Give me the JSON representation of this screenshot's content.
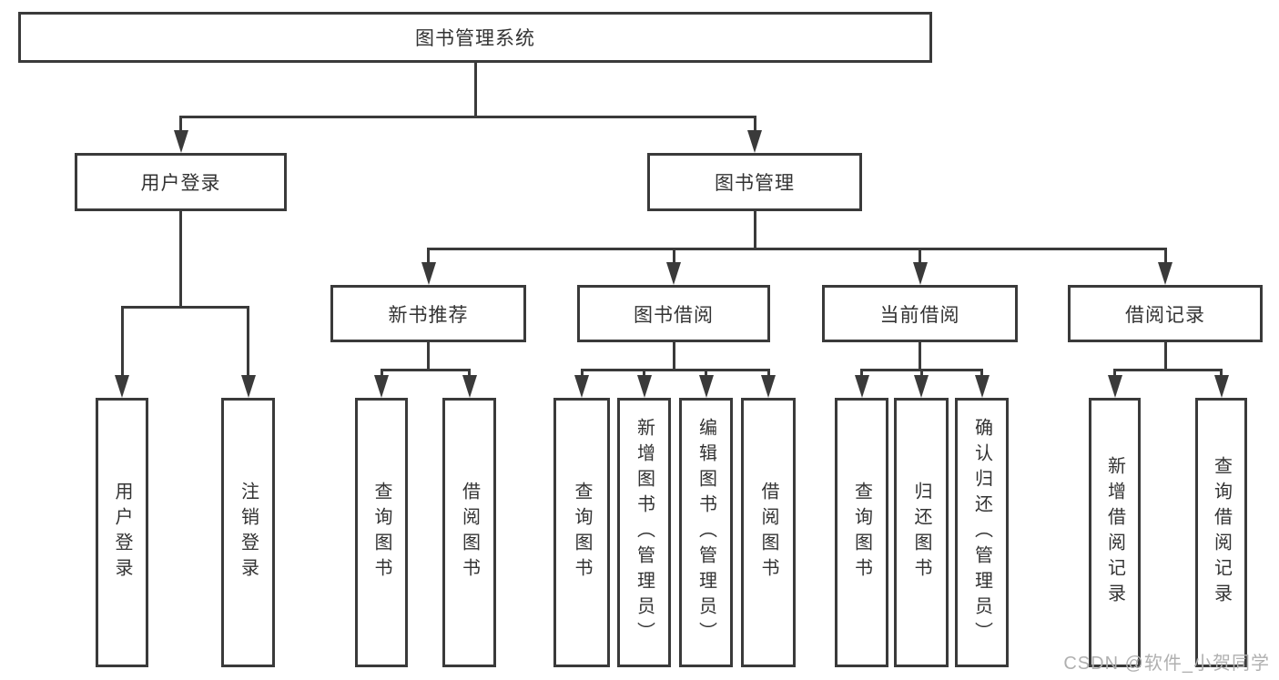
{
  "diagram": {
    "root": {
      "label": "图书管理系统"
    },
    "level2": [
      {
        "label": "用户登录"
      },
      {
        "label": "图书管理"
      }
    ],
    "level3": [
      {
        "label": "新书推荐"
      },
      {
        "label": "图书借阅"
      },
      {
        "label": "当前借阅"
      },
      {
        "label": "借阅记录"
      }
    ],
    "leaves": {
      "user_login": [
        {
          "label": "用户登录"
        },
        {
          "label": "注销登录"
        }
      ],
      "new_book": [
        {
          "label": "查询图书"
        },
        {
          "label": "借阅图书"
        }
      ],
      "book_borrow": [
        {
          "label": "查询图书"
        },
        {
          "label": "新增图书（管理员）"
        },
        {
          "label": "编辑图书（管理员）"
        },
        {
          "label": "借阅图书"
        }
      ],
      "current_borrow": [
        {
          "label": "查询图书"
        },
        {
          "label": "归还图书"
        },
        {
          "label": "确认归还（管理员）"
        }
      ],
      "borrow_record": [
        {
          "label": "新增借阅记录"
        },
        {
          "label": "查询借阅记录"
        }
      ]
    }
  },
  "watermark": {
    "text": "CSDN @软件_小贺同学"
  },
  "colors": {
    "line": "#3a3a3a",
    "text": "#333333",
    "watermark": "#b0b0b0",
    "background": "#ffffff"
  }
}
